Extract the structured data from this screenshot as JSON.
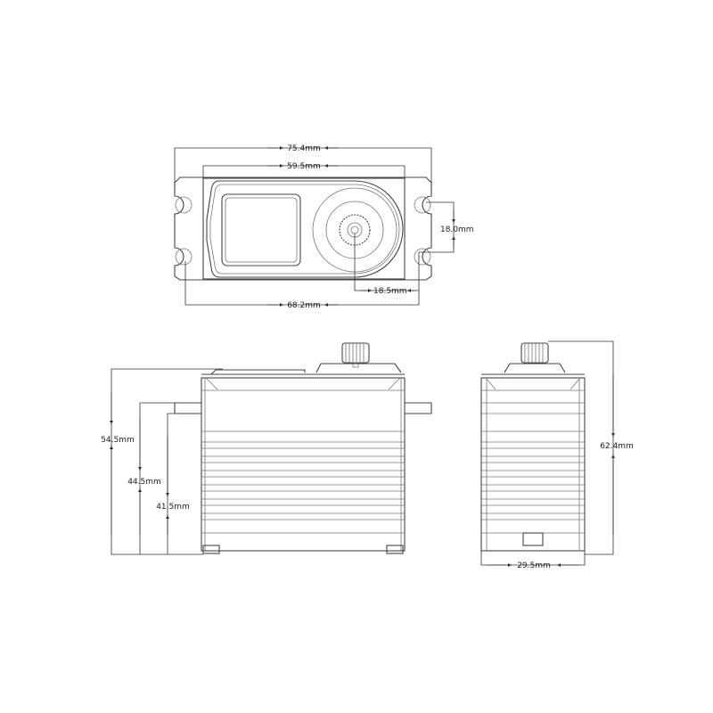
{
  "title": "Servo dimension drawing",
  "dimensions": {
    "overall_length": "75.4mm",
    "body_length": "59.5mm",
    "mount_hole_spacing_length": "68.2mm",
    "mount_hole_spacing_width": "18.0mm",
    "output_shaft_offset": "18.5mm",
    "height_to_top": "54.5mm",
    "height_to_flange_top": "44.5mm",
    "height_to_flange_bottom": "41.5mm",
    "height_to_spline": "62.4mm",
    "body_width": "29.5mm"
  }
}
